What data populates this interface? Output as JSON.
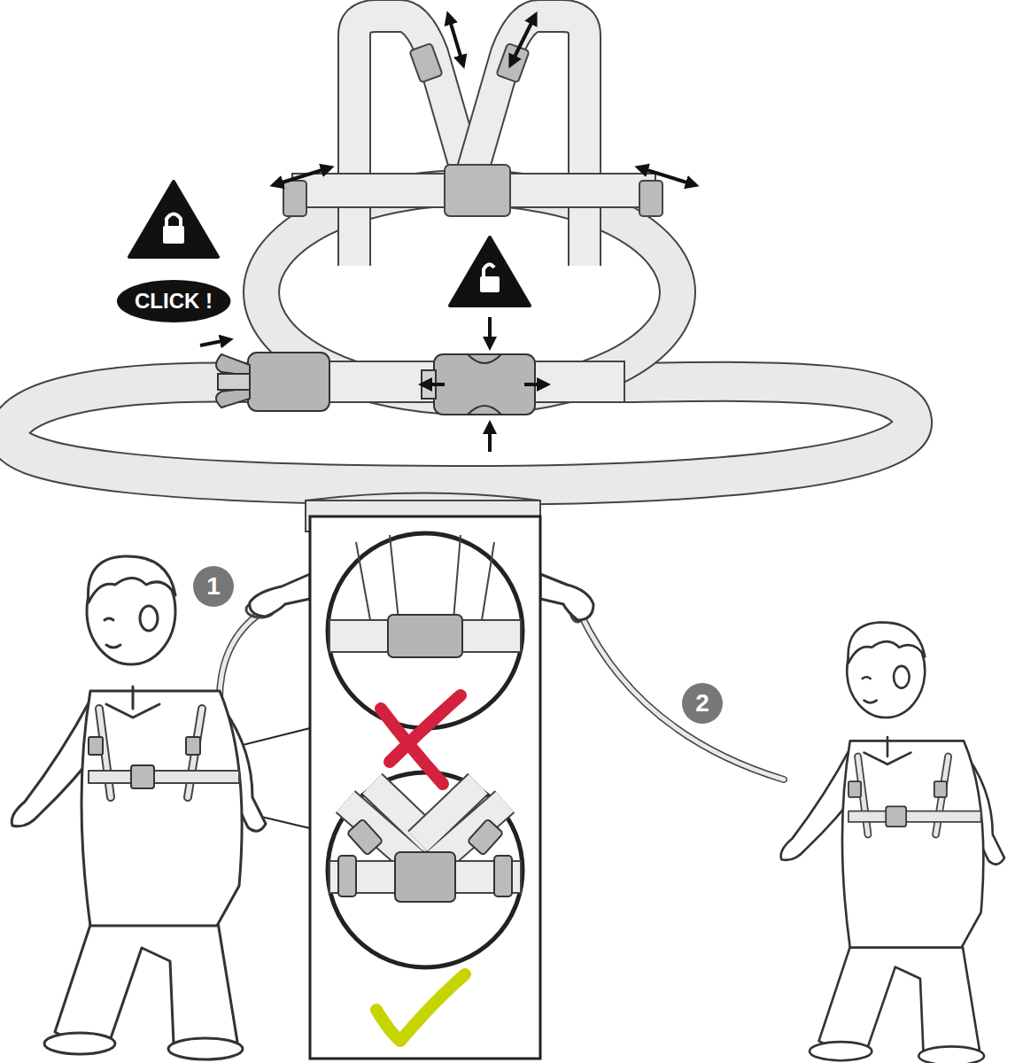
{
  "diagram": {
    "nodes": [
      {
        "text": [
          "CLICK !"
        ]
      },
      {
        "text": [
          "1"
        ]
      },
      {
        "text": [
          "2"
        ]
      }
    ]
  }
}
